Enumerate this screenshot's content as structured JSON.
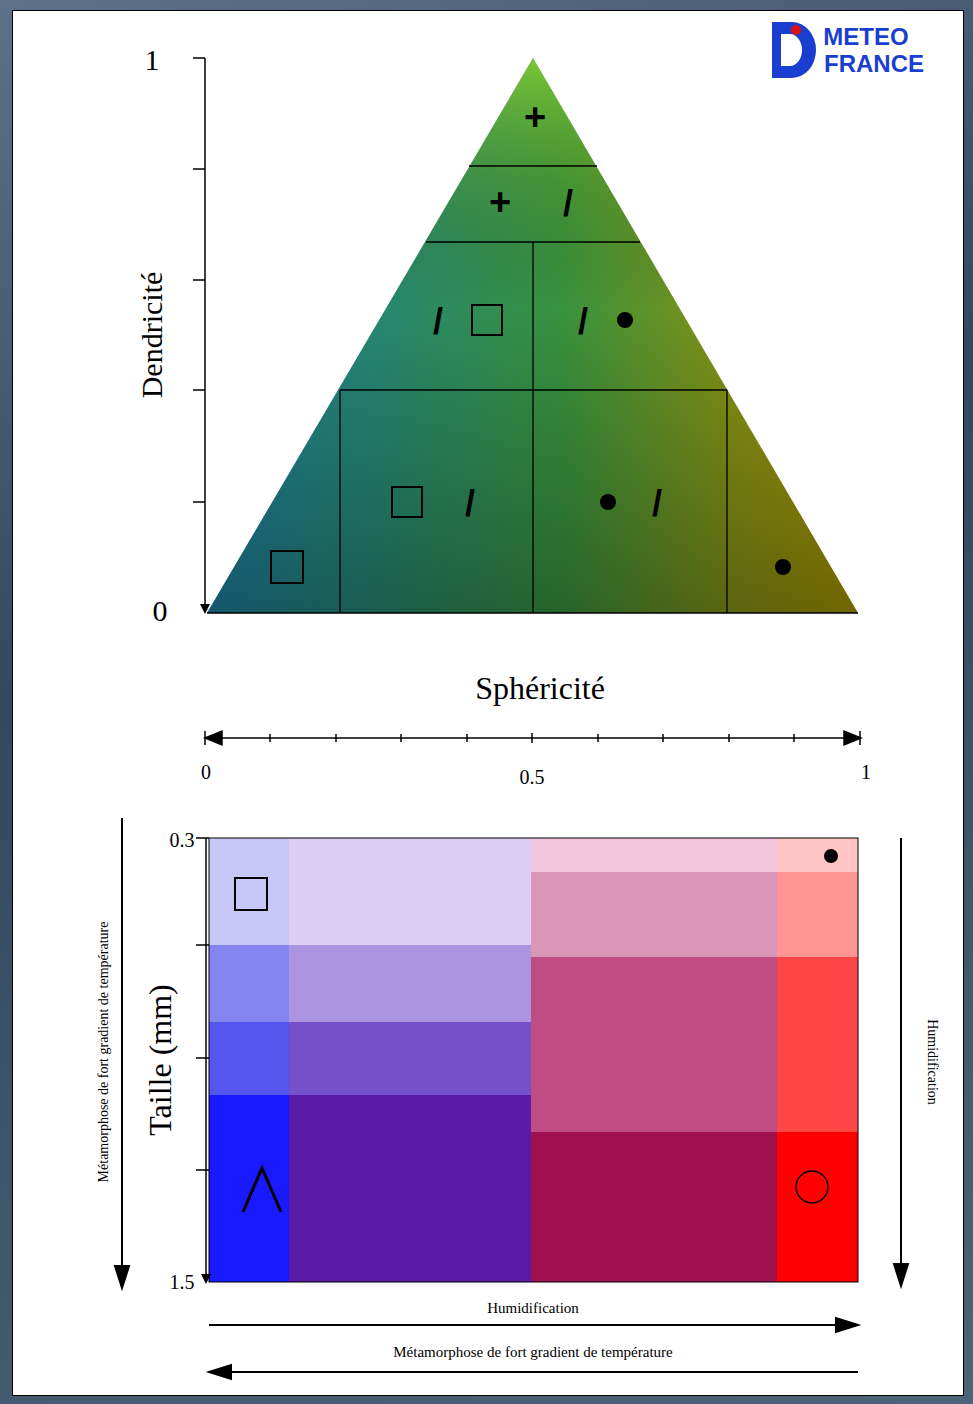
{
  "diagram": {
    "labels": [
      "METEO",
      "FRANCE",
      "1",
      "Dendricité",
      "0",
      "+",
      "+",
      "/",
      "/",
      "/",
      "/",
      "/",
      "Sphéricité",
      "0",
      "0.5",
      "1",
      "0.3",
      "Taille (mm)",
      "1.5",
      "Métamorphose de fort gradient de température",
      "Humidification",
      "Humidification",
      "Métamorphose de fort gradient de température"
    ]
  }
}
